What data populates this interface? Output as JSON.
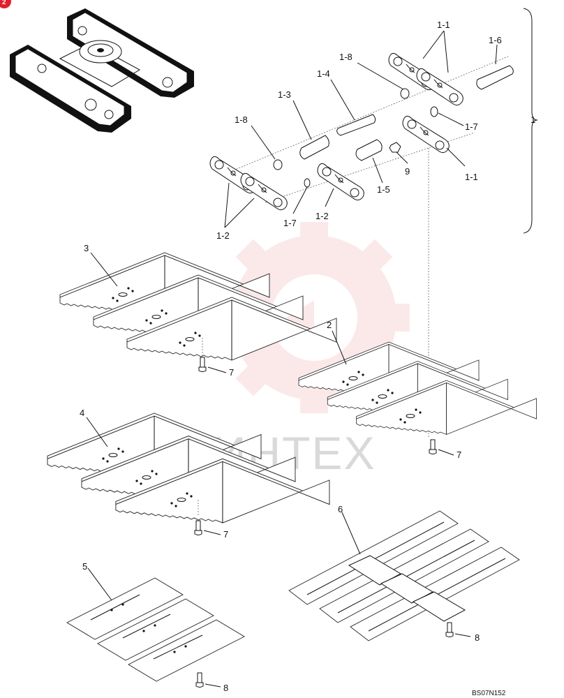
{
  "page_badge": "2",
  "watermark": {
    "text": "ИНТЕХ",
    "color": "#f4b3b6"
  },
  "drawing_code": "BS07N152",
  "callouts": {
    "c1": "1",
    "c1_1a": "1-1",
    "c1_1b": "1-1",
    "c1_2a": "1-2",
    "c1_2b": "1-2",
    "c1_3": "1-3",
    "c1_4": "1-4",
    "c1_5": "1-5",
    "c1_6": "1-6",
    "c1_7a": "1-7",
    "c1_7b": "1-7",
    "c1_8a": "1-8",
    "c1_8b": "1-8",
    "c9": "9",
    "c2": "2",
    "c3": "3",
    "c4": "4",
    "c5": "5",
    "c6": "6",
    "c7a": "7",
    "c7b": "7",
    "c7c": "7",
    "c8a": "8",
    "c8b": "8"
  },
  "colors": {
    "badge": "#e0202a",
    "ink": "#111111"
  }
}
